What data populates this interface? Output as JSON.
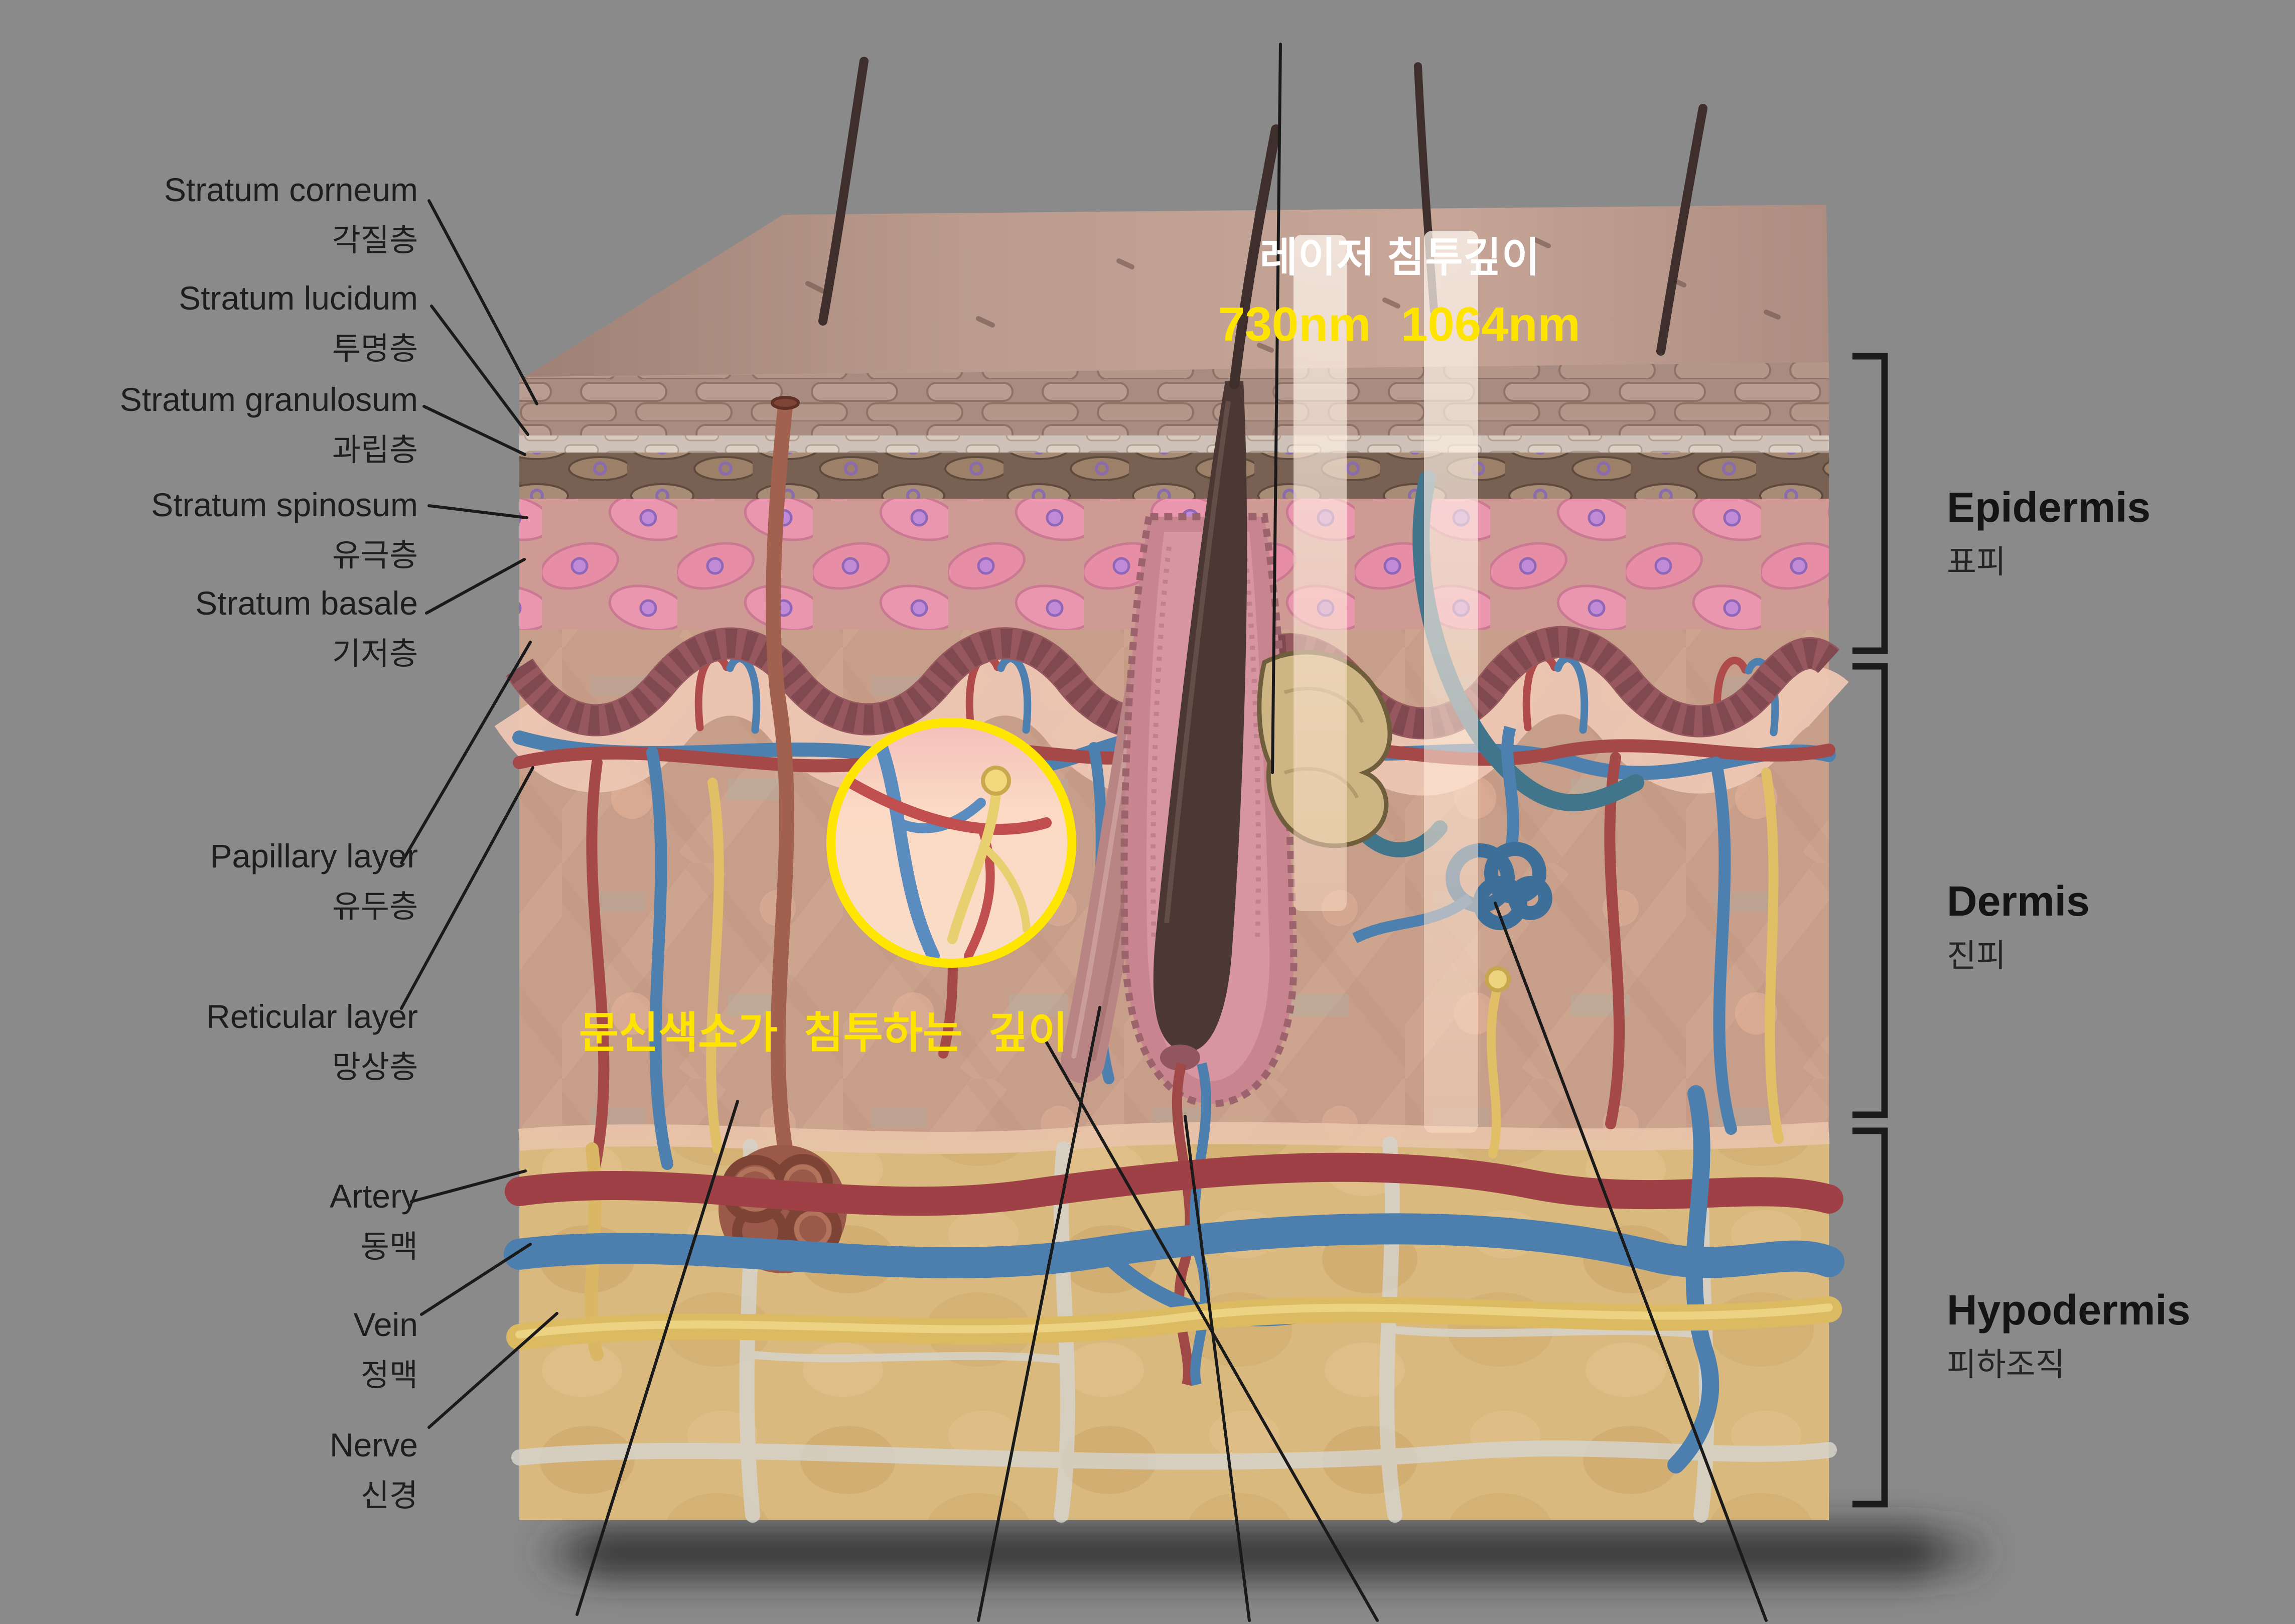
{
  "background": {
    "color": "#8a8a8a"
  },
  "laser": {
    "title": "레이저 침투깊이",
    "wavelengths": [
      "730nm",
      "1064nm"
    ],
    "title_color": "#ffffff",
    "wavelength_color": "#ffe400"
  },
  "tattoo": {
    "caption": "문신색소가 침투하는 깊이",
    "color": "#ffe400"
  },
  "left_labels": [
    {
      "en": "Stratum corneum",
      "ko": "각질층"
    },
    {
      "en": "Stratum lucidum",
      "ko": "투명층"
    },
    {
      "en": "Stratum granulosum",
      "ko": "과립층"
    },
    {
      "en": "Stratum spinosum",
      "ko": "유극층"
    },
    {
      "en": "Stratum basale",
      "ko": "기저층"
    },
    {
      "en": "Papillary layer",
      "ko": "유두층"
    },
    {
      "en": "Reticular layer",
      "ko": "망상층"
    },
    {
      "en": "Artery",
      "ko": "동맥"
    },
    {
      "en": "Vein",
      "ko": "정맥"
    },
    {
      "en": "Nerve",
      "ko": "신경"
    }
  ],
  "right_labels": [
    {
      "en": "Epidermis",
      "ko": "표피"
    },
    {
      "en": "Dermis",
      "ko": "진피"
    },
    {
      "en": "Hypodermis",
      "ko": "피하조직"
    }
  ],
  "colors": {
    "label_text": "#1e1e1e",
    "leader_line": "#1a1a1a",
    "highlight_circle": "#ffe600",
    "artery": "#9e4045",
    "vein": "#4c7fae",
    "nerve": "#dcba62",
    "dermis": "#c79e89",
    "hypodermis_fat": "#d9b97e"
  }
}
